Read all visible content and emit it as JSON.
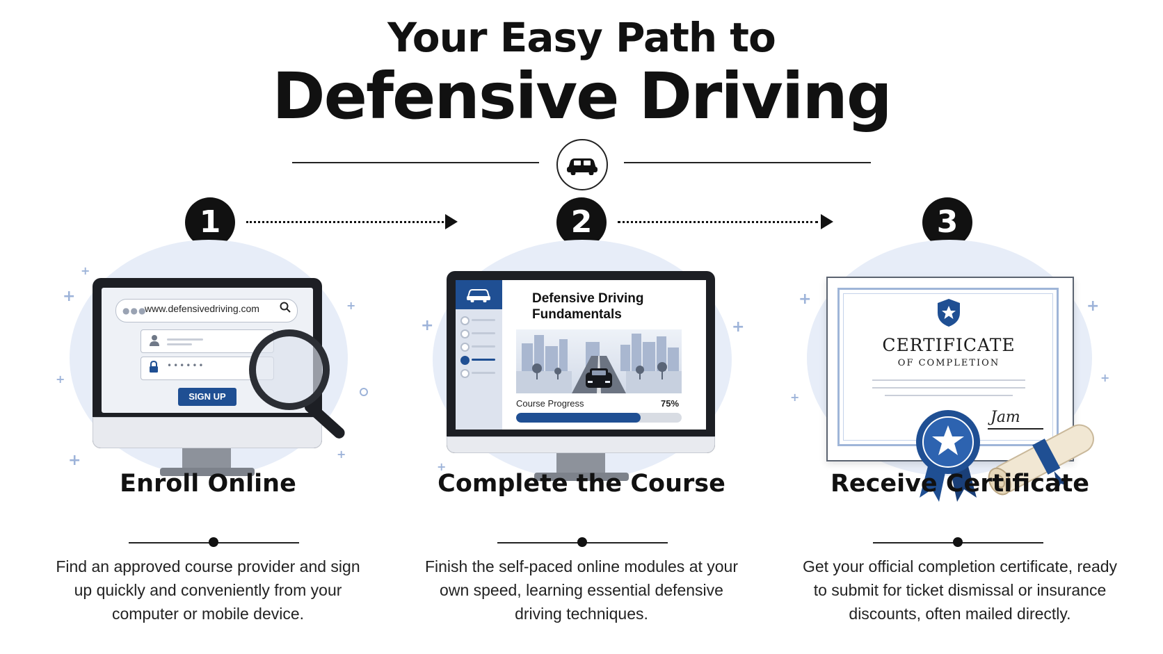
{
  "header": {
    "title_line1": "Your Easy Path to",
    "title_line2": "Defensive Driving"
  },
  "steps": [
    {
      "number": "1",
      "title": "Enroll Online",
      "description": "Find an approved course provider and sign up quickly and conveniently from your computer or mobile device.",
      "illustration": {
        "url": "www.defensivedriving.com",
        "password_mask": "••••••",
        "button_label": "SIGN UP"
      }
    },
    {
      "number": "2",
      "title": "Complete the Course",
      "description": "Finish the self-paced online modules at your own speed, learning essential defensive driving techniques.",
      "illustration": {
        "course_title": "Defensive Driving Fundamentals",
        "progress_label": "Course Progress",
        "progress_text": "75%",
        "progress_value": 0.75
      }
    },
    {
      "number": "3",
      "title": "Receive Certificate",
      "description": "Get your official completion certificate, ready to submit for ticket dismissal or insurance discounts, often mailed directly.",
      "illustration": {
        "certificate_title": "CERTIFICATE",
        "certificate_subtitle": "OF COMPLETION",
        "signature": "Jam"
      }
    }
  ],
  "colors": {
    "accent_blue": "#1f4f93",
    "light_blue": "#e7edf8",
    "text_dark": "#111111"
  }
}
